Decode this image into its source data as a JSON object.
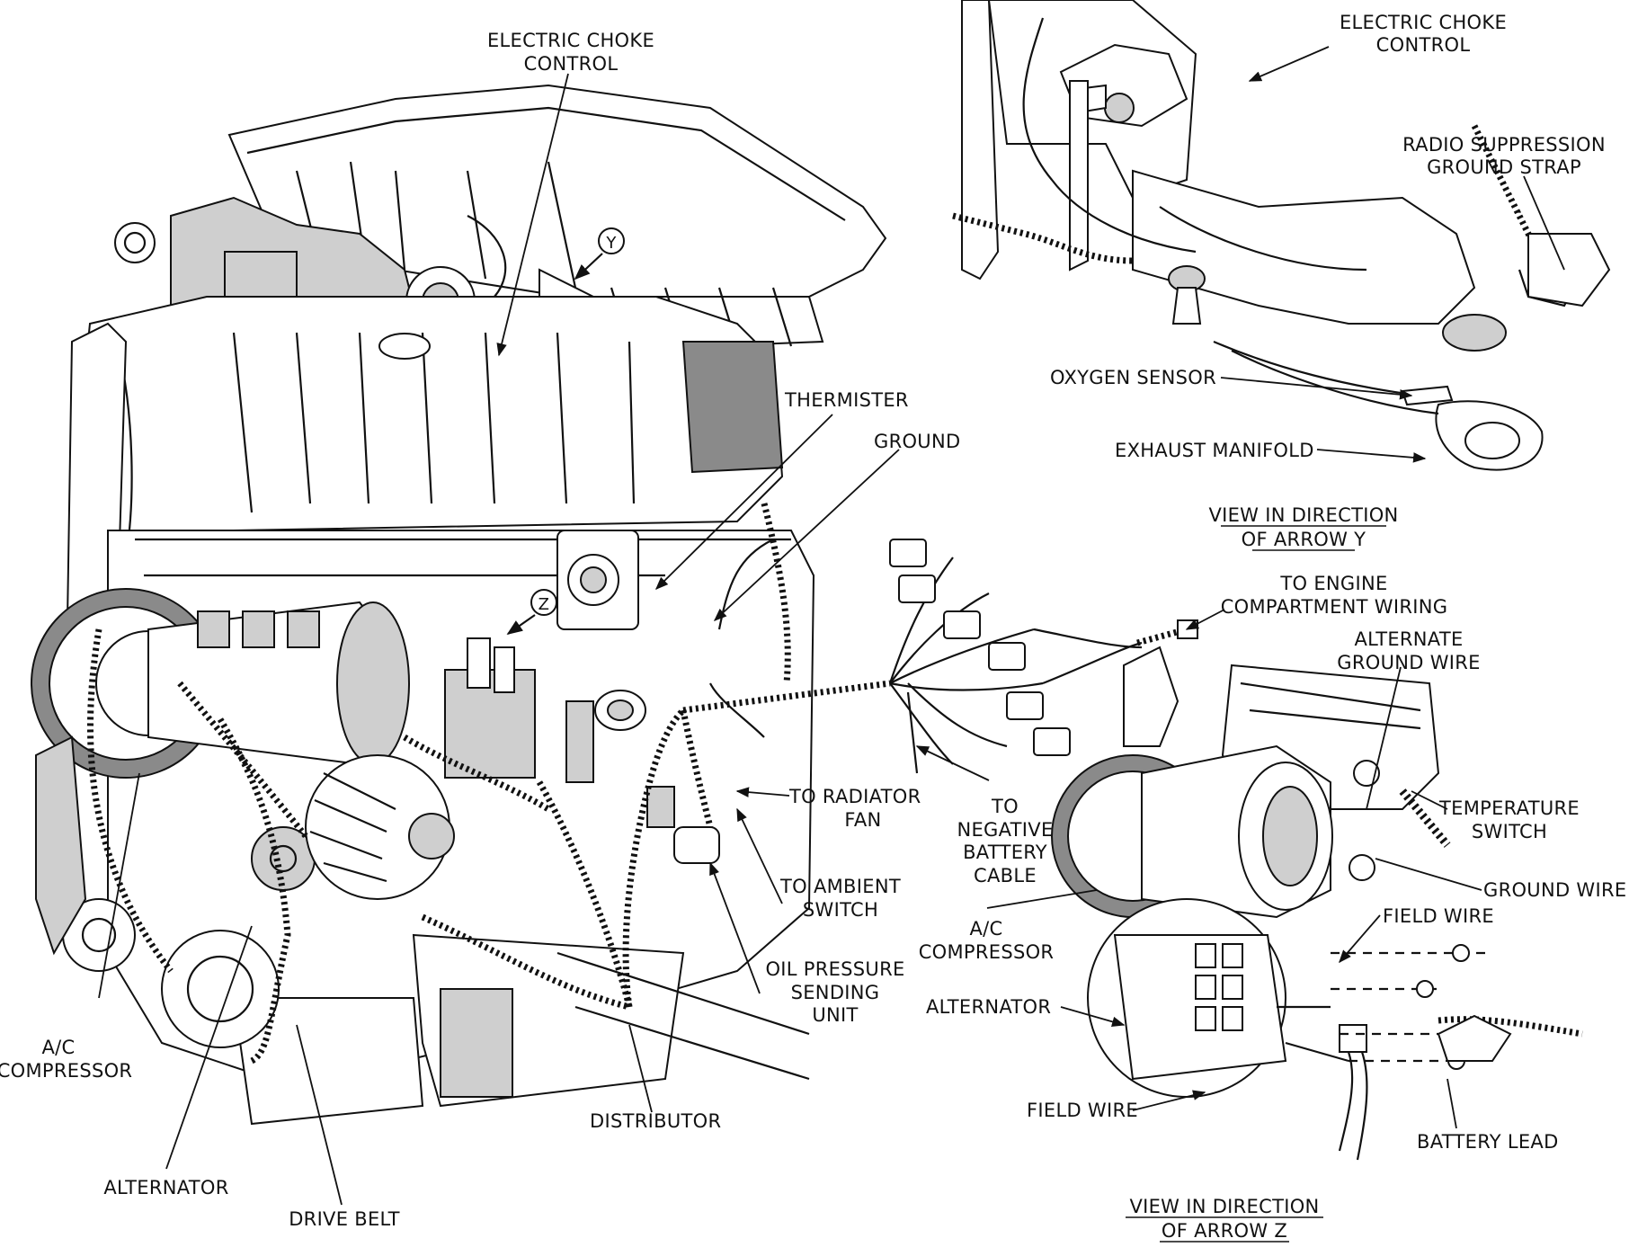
{
  "labels": {
    "electric_choke_main": [
      "ELECTRIC CHOKE",
      "CONTROL"
    ],
    "electric_choke_y": [
      "ELECTRIC CHOKE",
      "CONTROL"
    ],
    "radio_suppression": [
      "RADIO SUPPRESSION",
      "GROUND STRAP"
    ],
    "oxygen_sensor": "OXYGEN SENSOR",
    "exhaust_manifold": "EXHAUST MANIFOLD",
    "view_y": [
      "VIEW IN DIRECTION",
      "OF ARROW Y"
    ],
    "thermister": "THERMISTER",
    "ground": "GROUND",
    "to_engine_wiring": [
      "TO ENGINE",
      "COMPARTMENT WIRING"
    ],
    "alternate_ground_wire": [
      "ALTERNATE",
      "GROUND WIRE"
    ],
    "to_radiator_fan": [
      "TO RADIATOR",
      "FAN"
    ],
    "to_negative_battery": [
      "TO",
      "NEGATIVE",
      "BATTERY",
      "CABLE"
    ],
    "temperature_switch": [
      "TEMPERATURE",
      "SWITCH"
    ],
    "to_ambient_switch": [
      "TO AMBIENT",
      "SWITCH"
    ],
    "ground_wire": "GROUND WIRE",
    "ac_compressor_z": [
      "A/C",
      "COMPRESSOR"
    ],
    "field_wire_top": "FIELD WIRE",
    "oil_pressure": [
      "OIL PRESSURE",
      "SENDING",
      "UNIT"
    ],
    "alternator_z": "ALTERNATOR",
    "ac_compressor_main": [
      "A/C",
      "COMPRESSOR"
    ],
    "distributor": "DISTRIBUTOR",
    "field_wire_bottom": "FIELD WIRE",
    "battery_lead": "BATTERY LEAD",
    "alternator_main": "ALTERNATOR",
    "drive_belt": "DRIVE BELT",
    "view_z": [
      "VIEW IN DIRECTION",
      "OF ARROW Z"
    ]
  },
  "arrow_markers": {
    "y": "Y",
    "z": "Z"
  }
}
